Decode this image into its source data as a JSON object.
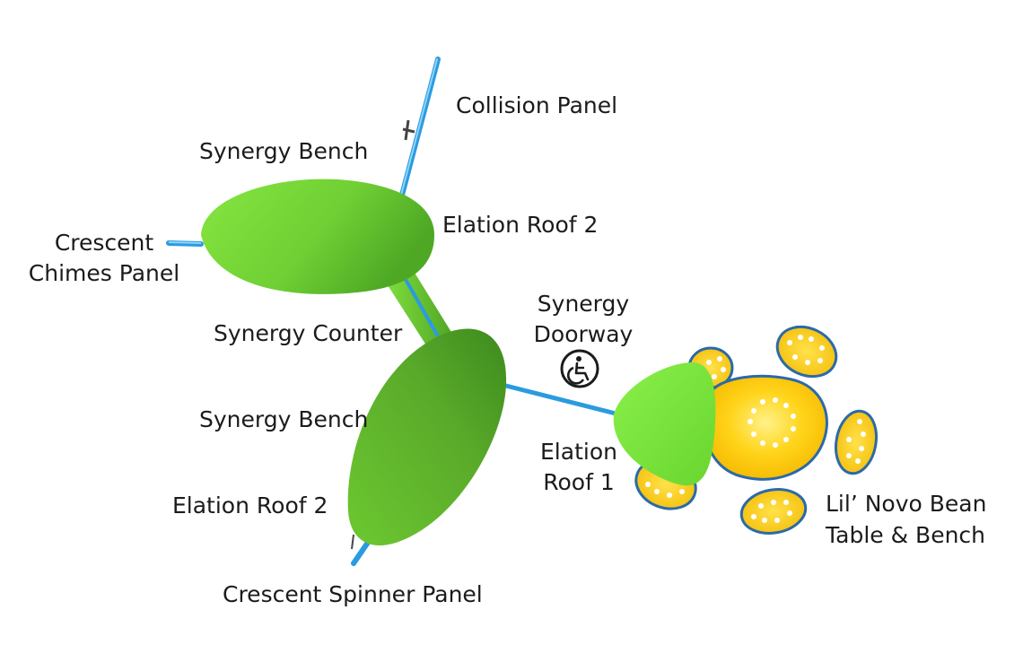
{
  "colors": {
    "post_blue": "#2a9be0",
    "post_blue_light": "#7ccbf5",
    "roof_light": "#7fe23c",
    "roof_mid": "#5cbf2c",
    "roof_dark": "#3e8e1c",
    "bean_yellow": "#ffd41a",
    "bean_outline": "#2b6aa8",
    "text": "#1b1b1b"
  },
  "labels": {
    "collision_panel": "Collision Panel",
    "synergy_bench_top": "Synergy Bench",
    "elation_roof_2_top": "Elation Roof 2",
    "crescent_chimes_line1": "Crescent",
    "crescent_chimes_line2": "Chimes Panel",
    "synergy_counter": "Synergy Counter",
    "synergy_doorway_line1": "Synergy",
    "synergy_doorway_line2": "Doorway",
    "synergy_bench_bottom": "Synergy Bench",
    "elation_roof_1_line1": "Elation",
    "elation_roof_1_line2": "Roof 1",
    "elation_roof_2_bottom": "Elation Roof 2",
    "lil_novo_line1": "Lil’ Novo Bean",
    "lil_novo_line2": "Table & Bench",
    "crescent_spinner_panel": "Crescent Spinner Panel"
  },
  "icons": {
    "accessibility": "wheelchair-accessible-icon"
  }
}
